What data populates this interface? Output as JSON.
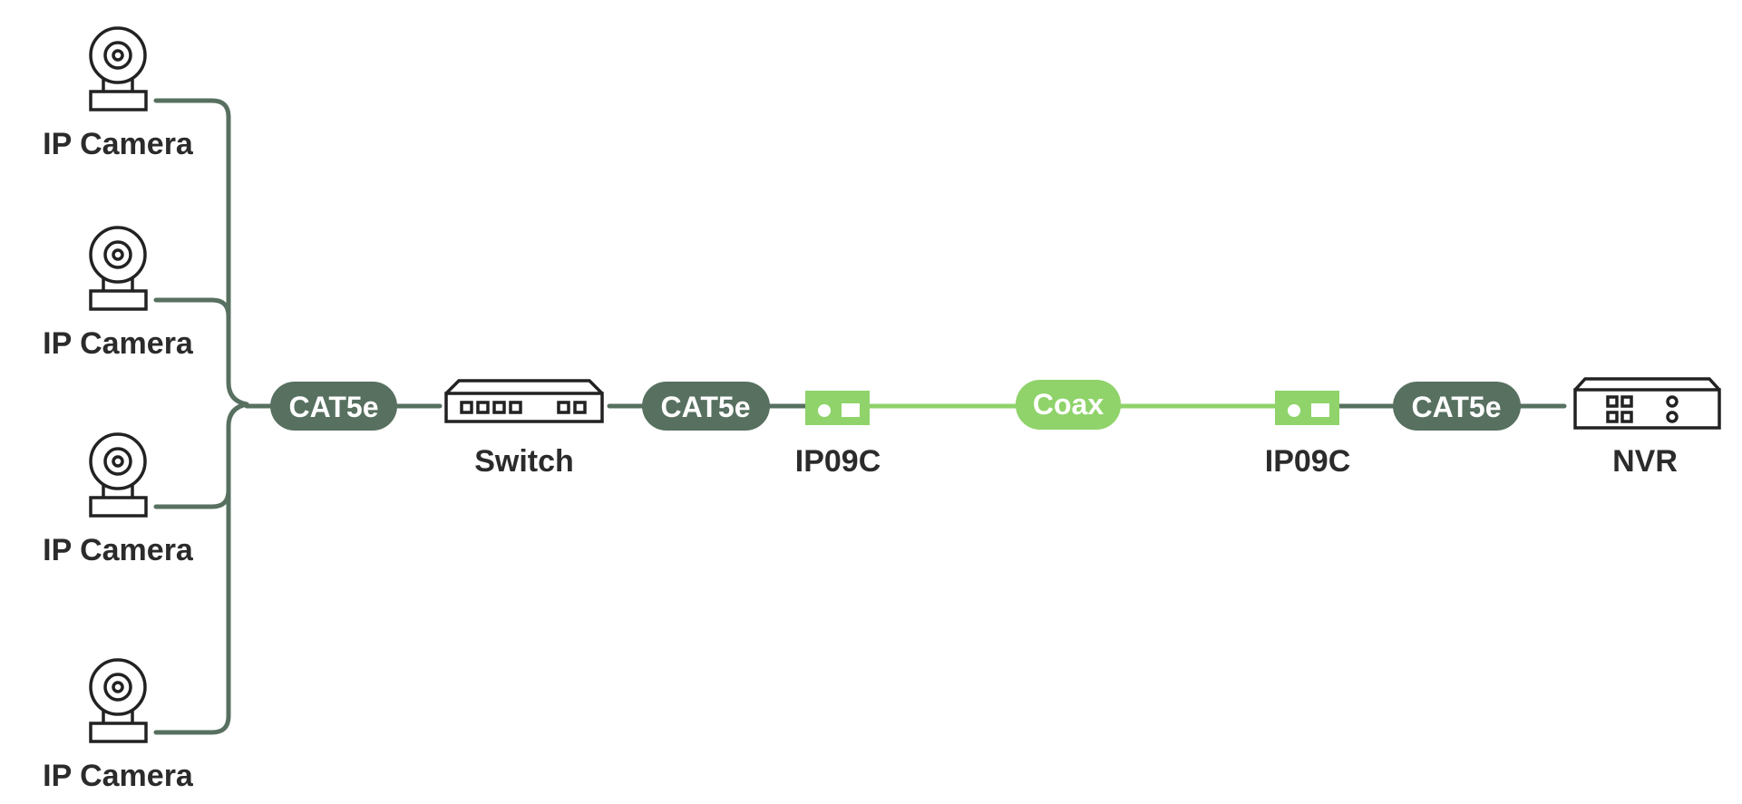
{
  "colors": {
    "dark_line": "#577060",
    "light_line": "#8fd36a",
    "icon_stroke": "#222222",
    "text": "#2b2b2b",
    "pill_text": "#ffffff"
  },
  "cameras": [
    {
      "label": "IP Camera",
      "icon": "ip-camera-icon"
    },
    {
      "label": "IP Camera",
      "icon": "ip-camera-icon"
    },
    {
      "label": "IP Camera",
      "icon": "ip-camera-icon"
    },
    {
      "label": "IP Camera",
      "icon": "ip-camera-icon"
    }
  ],
  "cables": {
    "cam_to_switch": "CAT5e",
    "switch_to_extender": "CAT5e",
    "coax": "Coax",
    "extender_to_nvr": "CAT5e"
  },
  "devices": {
    "switch": {
      "label": "Switch",
      "icon": "network-switch-icon"
    },
    "extender_left": {
      "label": "IP09C",
      "icon": "extender-icon"
    },
    "extender_right": {
      "label": "IP09C",
      "icon": "extender-icon"
    },
    "nvr": {
      "label": "NVR",
      "icon": "nvr-icon"
    }
  }
}
